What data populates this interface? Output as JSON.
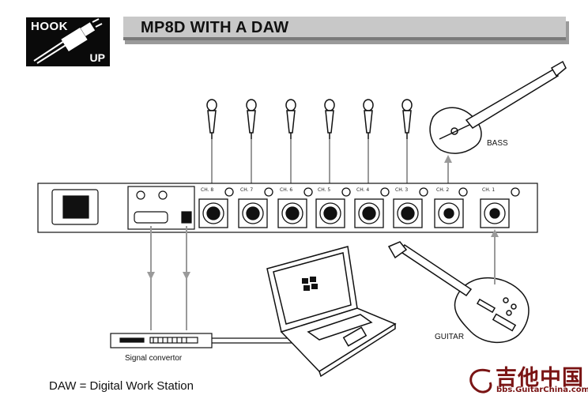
{
  "badge": {
    "line1": "HOOK",
    "line2": "UP"
  },
  "title": "MP8D WITH A DAW",
  "labels": {
    "bass": "BASS",
    "guitar": "GUITAR",
    "signal_converter": "Signal convertor",
    "daw_note": "DAW = Digital Work Station"
  },
  "channels": [
    "CH. 8",
    "CH. 7",
    "CH. 6",
    "CH. 5",
    "CH. 4",
    "CH. 3",
    "CH. 2",
    "CH. 1"
  ],
  "watermark": {
    "chinese": "吉他中国",
    "url": "bbs.GuitarChina.com"
  },
  "colors": {
    "cable": "#9a9a9a",
    "title_bar": "#c8c8c8",
    "watermark": "#7a1414"
  }
}
